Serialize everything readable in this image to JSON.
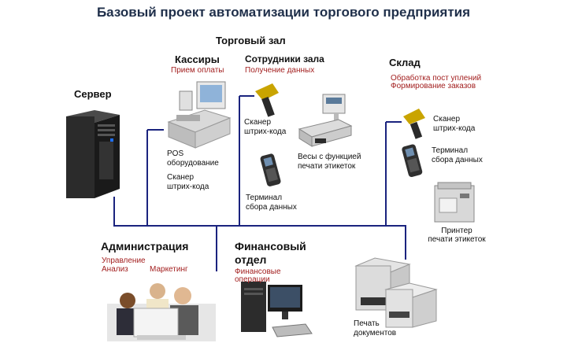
{
  "title": "Базовый проект автоматизации торгового предприятия",
  "sections": {
    "trade_hall": "Торговый зал",
    "server": "Сервер",
    "cashiers": {
      "title": "Кассиры",
      "subtitle": "Прием оплаты"
    },
    "hall_staff": {
      "title": "Сотрудники зала",
      "subtitle": "Получение данных"
    },
    "warehouse": {
      "title": "Склад",
      "line1": "Обработка пост уплений",
      "line2": "Формирование заказов"
    },
    "administration": {
      "title": "Администрация",
      "line1": "Управление",
      "line2": "Анализ",
      "line3": "Маркетинг"
    },
    "finance": {
      "title_line1": "Финансовый",
      "title_line2": "отдел",
      "line1": "Финансовые",
      "line2": "операции"
    }
  },
  "device_labels": {
    "pos_1": "POS",
    "pos_2": "оборудование",
    "pos_scanner_1": "Сканер",
    "pos_scanner_2": "штрих-кода",
    "hall_scanner_1": "Сканер",
    "hall_scanner_2": "штрих-кода",
    "scales_1": "Весы с функцией",
    "scales_2": "печати этикеток",
    "hall_terminal_1": "Терминал",
    "hall_terminal_2": "сбора данных",
    "wh_scanner_1": "Сканер",
    "wh_scanner_2": "штрих-кода",
    "wh_terminal_1": "Терминал",
    "wh_terminal_2": "сбора данных",
    "label_printer_1": "Принтер",
    "label_printer_2": "печати этикеток",
    "doc_printer_1": "Печать",
    "doc_printer_2": "документов"
  },
  "colors": {
    "network_line": "#1a237e",
    "accent_red": "#a32020",
    "title": "#1f2f4a"
  }
}
